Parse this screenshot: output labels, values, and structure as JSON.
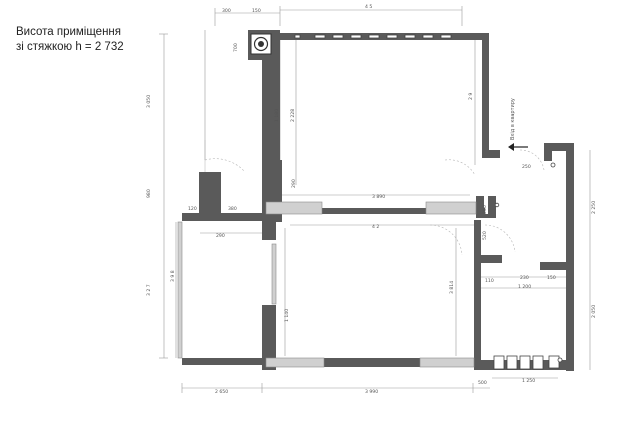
{
  "note": {
    "line1": "Висота приміщення",
    "line2": "зі стяжкою h = 2 732"
  },
  "entrance": "Вхід в квартиру",
  "dims": {
    "top_total": "4 5",
    "top_left_a": "300",
    "top_left_b": "150",
    "left_v_upper": "3 050",
    "left_v_mid": "980",
    "left_v_lower": "3 2 7",
    "left_v_lower2": "3 9 8",
    "kitchen_depth": "2 228",
    "kitchen_right": "2 9",
    "kitchen_width": "3 890",
    "shaft_w": "700",
    "shaft_h": "1 180",
    "corridor_w": "290",
    "room_depth": "3 814",
    "room_width": "4 2",
    "bottom_left": "2 650",
    "bottom_mid": "3 990",
    "bottom_right": "500",
    "bath_w": "1 200",
    "bath_w2": "1 250",
    "right_h_upper": "2 250",
    "right_h_lower": "2 050",
    "small_a": "120",
    "small_b": "380",
    "small_c": "290",
    "small_d": "110",
    "small_e": "230",
    "small_f": "150",
    "small_g": "250",
    "small_h": "1 140",
    "small_i": "520",
    "small_j": "200"
  }
}
